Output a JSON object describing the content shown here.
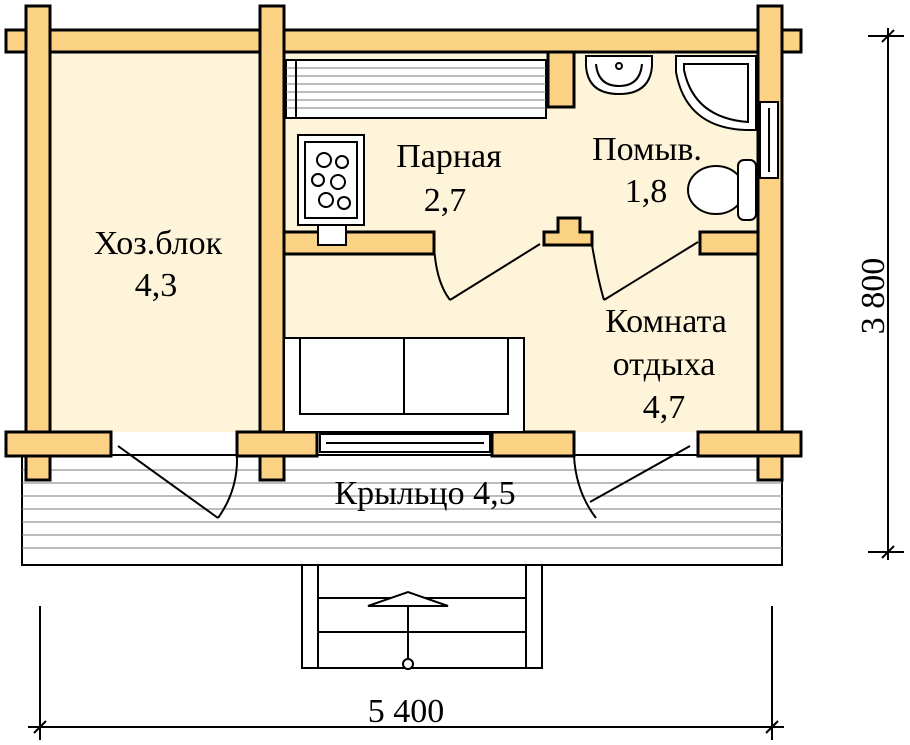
{
  "rooms": {
    "utility": {
      "name": "Хоз.блок",
      "area": "4,3"
    },
    "steam": {
      "name": "Парная",
      "area": "2,7"
    },
    "wash": {
      "name": "Помыв.",
      "area": "1,8"
    },
    "rest": {
      "name_line1": "Комната",
      "name_line2": "отдыха",
      "area": "4,7"
    },
    "porch": {
      "label": "Крыльцо 4,5"
    }
  },
  "dimensions": {
    "width": "5 400",
    "depth": "3 800"
  },
  "colors": {
    "log_wall": "#fcd384",
    "floor": "#fef4d9",
    "outline": "#000000"
  }
}
